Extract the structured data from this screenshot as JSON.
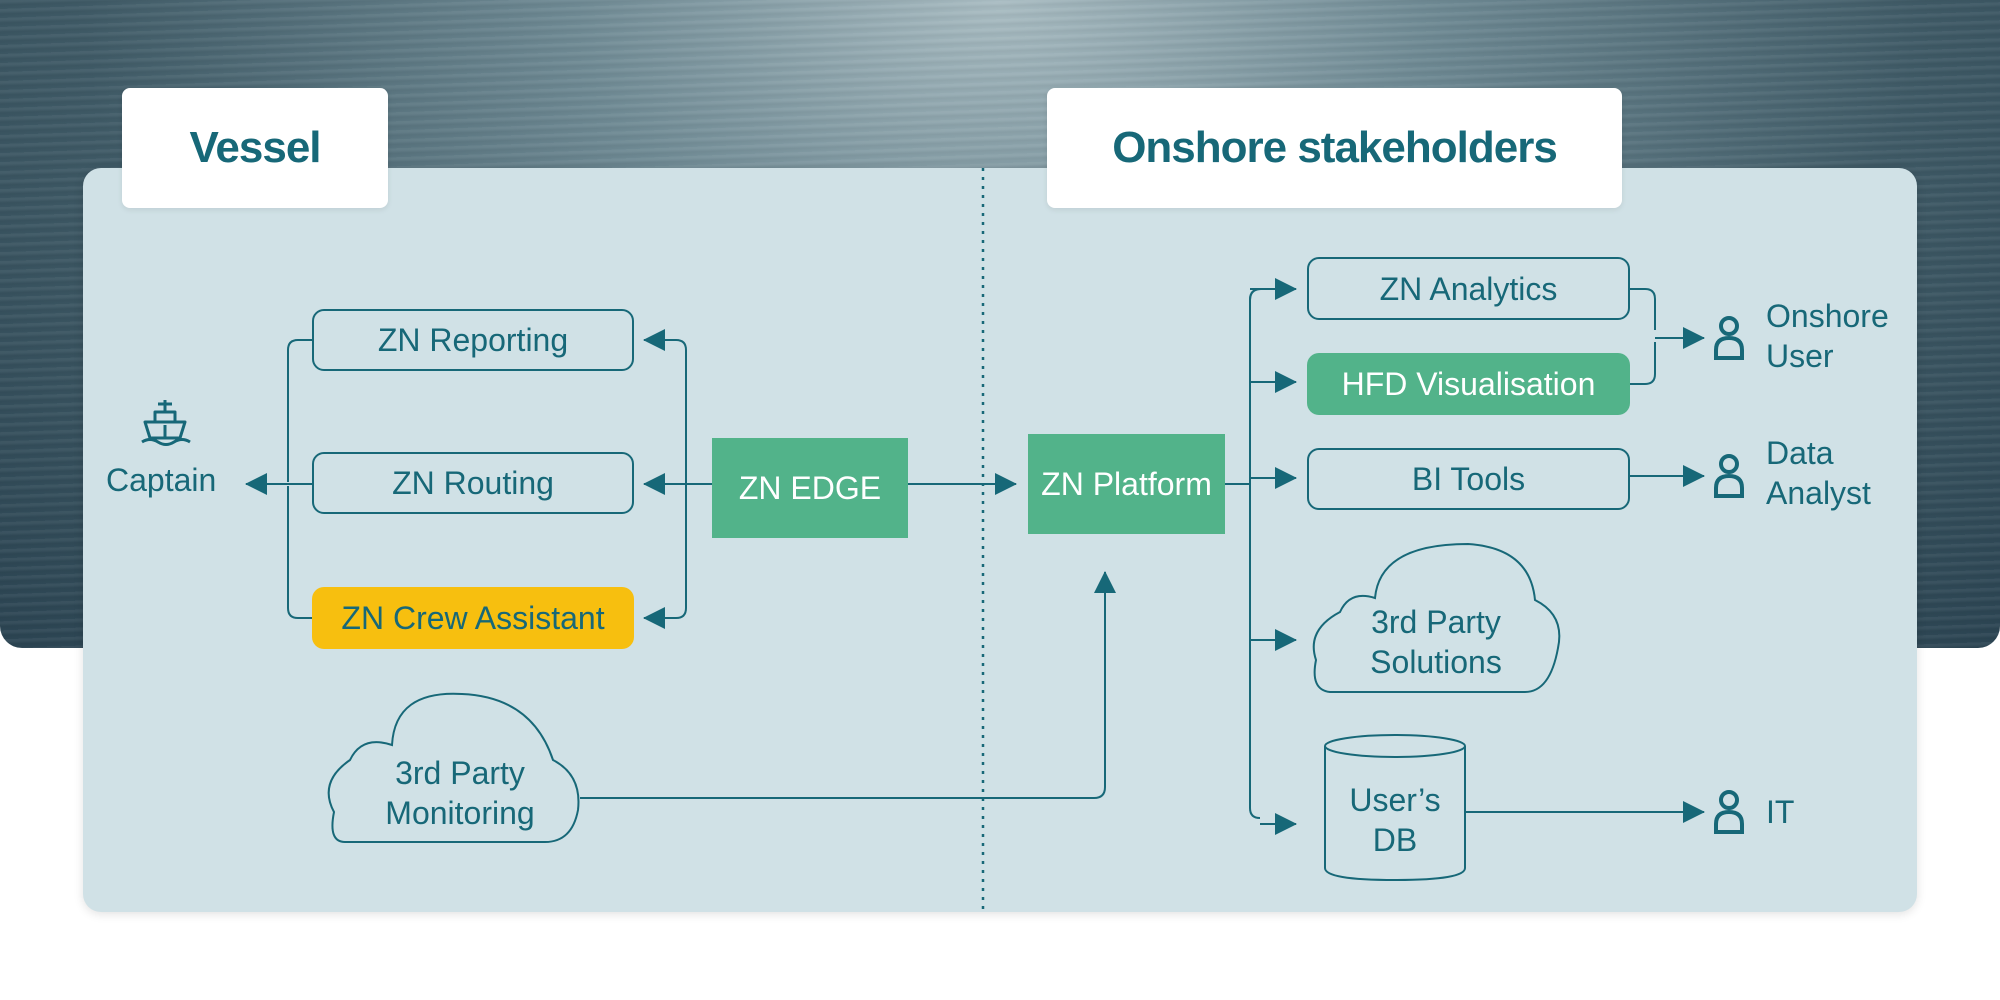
{
  "sections": {
    "vessel": "Vessel",
    "onshore": "Onshore stakeholders"
  },
  "vessel": {
    "captain": "Captain",
    "apps": [
      "ZN Reporting",
      "ZN Routing",
      "ZN Crew Assistant"
    ],
    "edge": "ZN EDGE",
    "third_party_monitoring": [
      "3rd Party",
      "Monitoring"
    ]
  },
  "onshore": {
    "platform": "ZN Platform",
    "analytics": "ZN Analytics",
    "hfd": "HFD Visualisation",
    "bi_tools": "BI Tools",
    "third_party_solutions": [
      "3rd Party",
      "Solutions"
    ],
    "users_db": [
      "User’s",
      "DB"
    ],
    "onshore_user": [
      "Onshore",
      "User"
    ],
    "data_analyst": [
      "Data",
      "Analyst"
    ],
    "it": "IT"
  },
  "colors": {
    "teal": "#176878",
    "green": "#52b38a",
    "yellow": "#f7bf0f",
    "panel": "#d0e1e6"
  },
  "icons": [
    "ship-icon",
    "user-icon"
  ]
}
